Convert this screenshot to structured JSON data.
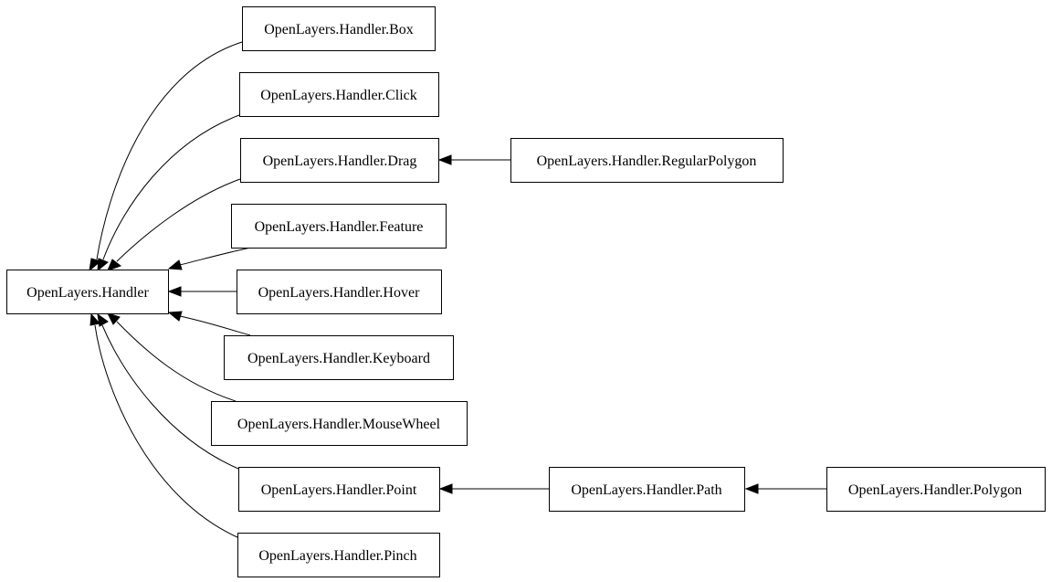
{
  "diagram": {
    "nodes": [
      {
        "id": "handler",
        "label": "OpenLayers.Handler"
      },
      {
        "id": "box",
        "label": "OpenLayers.Handler.Box"
      },
      {
        "id": "click",
        "label": "OpenLayers.Handler.Click"
      },
      {
        "id": "drag",
        "label": "OpenLayers.Handler.Drag"
      },
      {
        "id": "regularpolygon",
        "label": "OpenLayers.Handler.RegularPolygon"
      },
      {
        "id": "feature",
        "label": "OpenLayers.Handler.Feature"
      },
      {
        "id": "hover",
        "label": "OpenLayers.Handler.Hover"
      },
      {
        "id": "keyboard",
        "label": "OpenLayers.Handler.Keyboard"
      },
      {
        "id": "mousewheel",
        "label": "OpenLayers.Handler.MouseWheel"
      },
      {
        "id": "point",
        "label": "OpenLayers.Handler.Point"
      },
      {
        "id": "path",
        "label": "OpenLayers.Handler.Path"
      },
      {
        "id": "polygon",
        "label": "OpenLayers.Handler.Polygon"
      },
      {
        "id": "pinch",
        "label": "OpenLayers.Handler.Pinch"
      }
    ],
    "edges": [
      {
        "from": "box",
        "to": "handler"
      },
      {
        "from": "click",
        "to": "handler"
      },
      {
        "from": "drag",
        "to": "handler"
      },
      {
        "from": "feature",
        "to": "handler"
      },
      {
        "from": "hover",
        "to": "handler"
      },
      {
        "from": "keyboard",
        "to": "handler"
      },
      {
        "from": "mousewheel",
        "to": "handler"
      },
      {
        "from": "point",
        "to": "handler"
      },
      {
        "from": "pinch",
        "to": "handler"
      },
      {
        "from": "regularpolygon",
        "to": "drag"
      },
      {
        "from": "path",
        "to": "point"
      },
      {
        "from": "polygon",
        "to": "path"
      }
    ]
  }
}
